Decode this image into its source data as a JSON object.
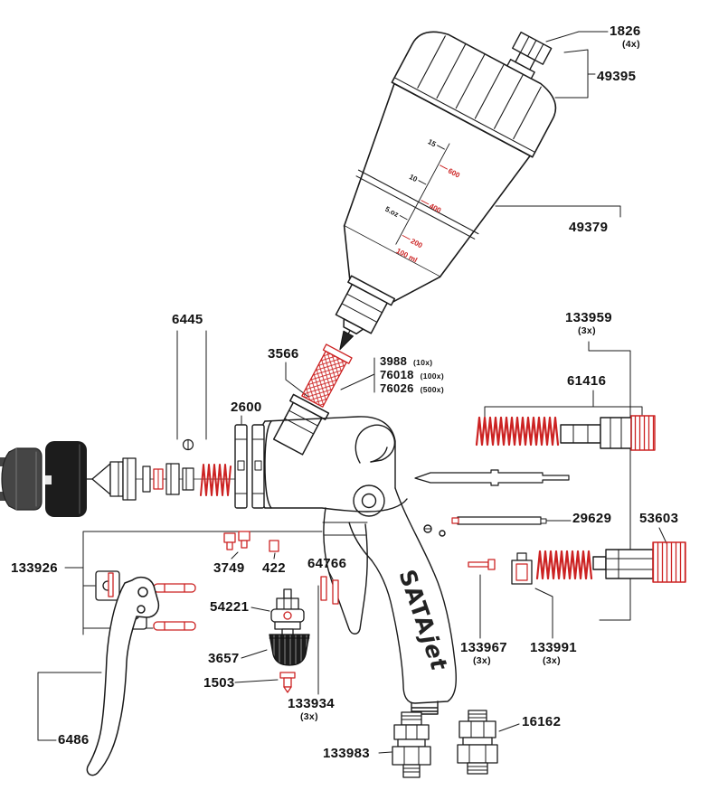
{
  "colors": {
    "part_red": "#cc2222",
    "ink": "#1a1a1a"
  },
  "brand": {
    "name": "SATA",
    "suffix": "jet"
  },
  "cup_scale": {
    "oz": [
      "15",
      "10",
      "5.oz"
    ],
    "ml": [
      "600",
      "400",
      "200"
    ],
    "bottom": "100 ml"
  },
  "parts": {
    "p1826": {
      "num": "1826",
      "qty": "(4x)"
    },
    "p49395": {
      "num": "49395"
    },
    "p49379": {
      "num": "49379"
    },
    "p6445": {
      "num": "6445"
    },
    "p3566": {
      "num": "3566"
    },
    "p3988": {
      "num": "3988",
      "qty": "(10x)"
    },
    "p76018": {
      "num": "76018",
      "qty": "(100x)"
    },
    "p76026": {
      "num": "76026",
      "qty": "(500x)"
    },
    "p133959": {
      "num": "133959",
      "qty": "(3x)"
    },
    "p61416": {
      "num": "61416"
    },
    "p2600": {
      "num": "2600"
    },
    "p29629": {
      "num": "29629"
    },
    "p53603": {
      "num": "53603"
    },
    "p133926": {
      "num": "133926"
    },
    "p3749": {
      "num": "3749"
    },
    "p422": {
      "num": "422"
    },
    "p64766": {
      "num": "64766"
    },
    "p54221": {
      "num": "54221"
    },
    "p3657": {
      "num": "3657"
    },
    "p1503": {
      "num": "1503"
    },
    "p133934": {
      "num": "133934",
      "qty": "(3x)"
    },
    "p133967": {
      "num": "133967",
      "qty": "(3x)"
    },
    "p133991": {
      "num": "133991",
      "qty": "(3x)"
    },
    "p6486": {
      "num": "6486"
    },
    "p16162": {
      "num": "16162"
    },
    "p133983": {
      "num": "133983"
    }
  }
}
